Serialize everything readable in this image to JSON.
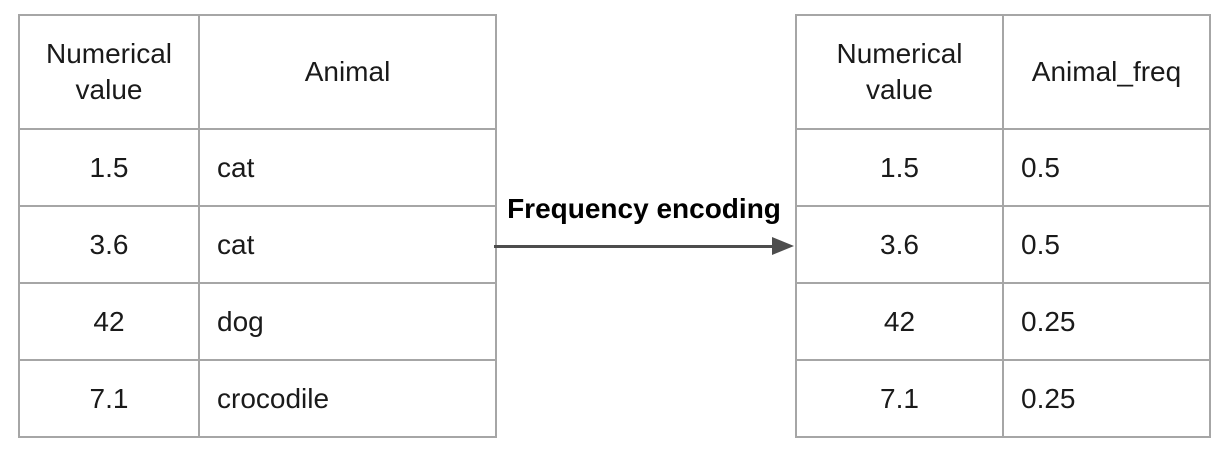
{
  "diagram": {
    "transform_label": "Frequency encoding"
  },
  "left_table": {
    "headers": [
      "Numerical value",
      "Animal"
    ],
    "rows": [
      [
        "1.5",
        "cat"
      ],
      [
        "3.6",
        "cat"
      ],
      [
        "42",
        "dog"
      ],
      [
        "7.1",
        "crocodile"
      ]
    ]
  },
  "right_table": {
    "headers": [
      "Numerical value",
      "Animal_freq"
    ],
    "rows": [
      [
        "1.5",
        "0.5"
      ],
      [
        "3.6",
        "0.5"
      ],
      [
        "42",
        "0.25"
      ],
      [
        "7.1",
        "0.25"
      ]
    ]
  },
  "colors": {
    "border": "#a6a6a6",
    "arrow": "#4d4d4d",
    "text": "#1a1a1a",
    "background": "#ffffff"
  }
}
